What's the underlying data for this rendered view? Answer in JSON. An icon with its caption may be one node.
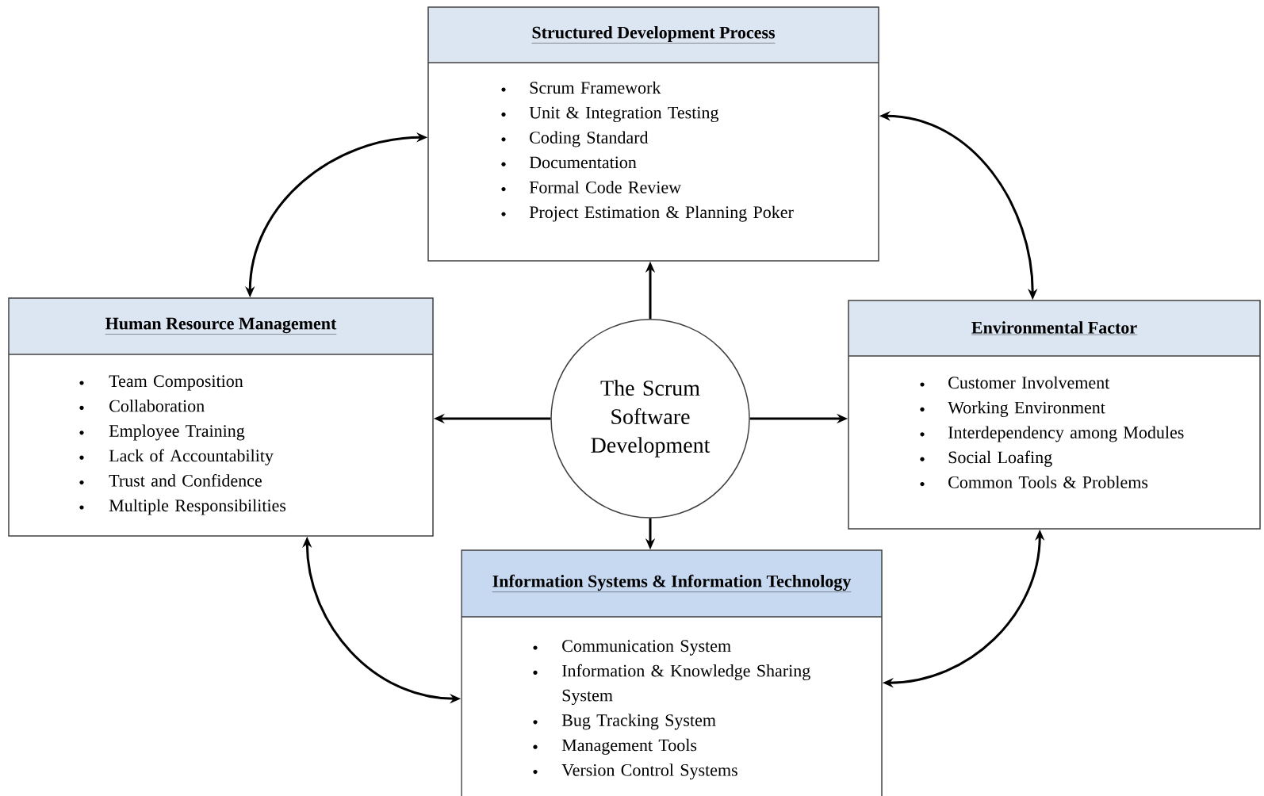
{
  "diagram": {
    "nodes": [
      {
        "text": [
          "Structured Development Process",
          "Scrum Framework",
          "Unit & Integration Testing",
          "Coding Standard",
          "Documentation",
          "Formal Code Review",
          "Project Estimation & Planning Poker"
        ]
      },
      {
        "text": [
          "Human Resource Management",
          "Team Composition",
          "Collaboration",
          "Employee Training",
          "Lack of Accountability",
          "Trust and Confidence",
          "Multiple Responsibilities"
        ]
      },
      {
        "text": [
          "The Scrum Software Development"
        ]
      },
      {
        "text": [
          "Environmental Factor",
          "Customer Involvement",
          "Working Environment",
          "Interdependency among Modules",
          "Social Loafing",
          "Common Tools & Problems"
        ]
      },
      {
        "text": [
          "Information Systems & Information Technology",
          "Communication System",
          "Information & Knowledge Sharing System",
          "Bug Tracking System",
          "Management Tools",
          "Version Control Systems"
        ]
      }
    ],
    "edges": [
      {
        "from": 2,
        "to": 0,
        "arrow": "to"
      },
      {
        "from": 2,
        "to": 1,
        "arrow": "to"
      },
      {
        "from": 2,
        "to": 3,
        "arrow": "to"
      },
      {
        "from": 2,
        "to": 4,
        "arrow": "to"
      },
      {
        "from": 0,
        "to": 1,
        "arrow": "both"
      },
      {
        "from": 0,
        "to": 3,
        "arrow": "both"
      },
      {
        "from": 1,
        "to": 4,
        "arrow": "both"
      },
      {
        "from": 3,
        "to": 4,
        "arrow": "both"
      }
    ]
  }
}
